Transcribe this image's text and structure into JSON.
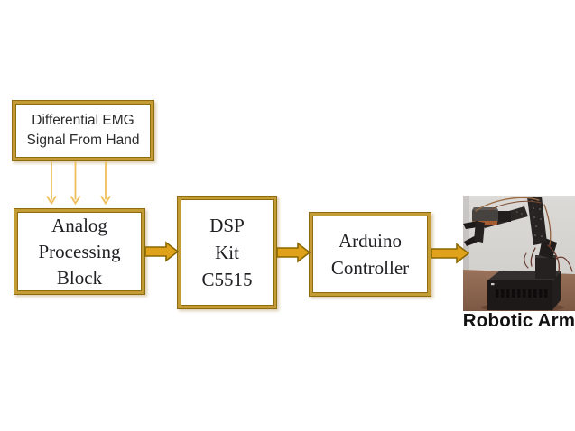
{
  "nodes": {
    "emg": {
      "line1": "Differential EMG",
      "line2": "Signal From Hand"
    },
    "analog": {
      "line1": "Analog",
      "line2": "Processing",
      "line3": "Block"
    },
    "dsp": {
      "line1": "DSP",
      "line2": "Kit",
      "line3": "C5515"
    },
    "arduino": {
      "line1": "Arduino",
      "line2": "Controller"
    }
  },
  "photo": {
    "caption": "Robotic Arm"
  },
  "colors": {
    "background": "#ffffff",
    "box_border_gold": "#c49c35",
    "box_border_dark": "#8f6c10",
    "flow_arrow_fill": "#dfa21a",
    "flow_arrow_outline": "#8a6800",
    "signal_arrow": "#efbf5c",
    "box_text": "#202024",
    "caption_text": "#111111"
  }
}
